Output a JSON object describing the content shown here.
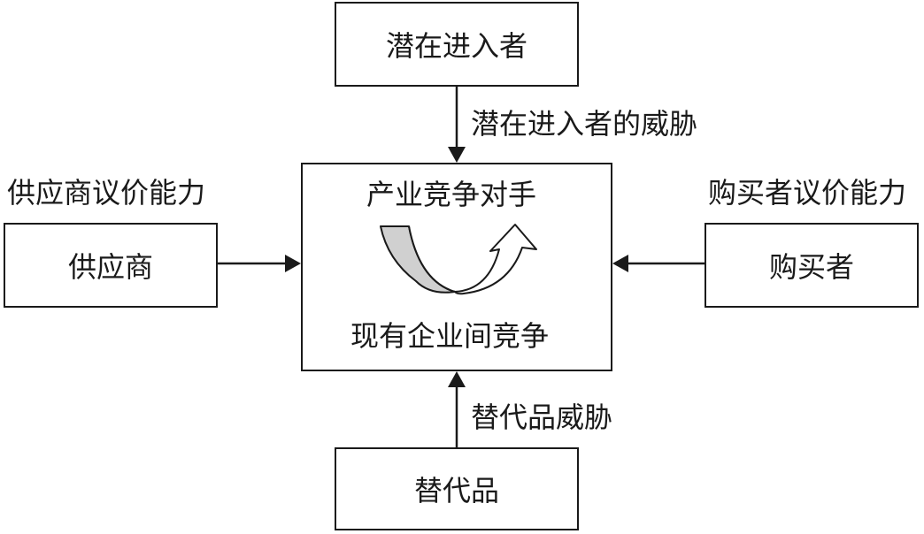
{
  "diagram": {
    "potential_entrants": "潜在进入者",
    "threat_of_entrants": "潜在进入者的威胁",
    "supplier_power": "供应商议价能力",
    "suppliers": "供应商",
    "buyer_power": "购买者议价能力",
    "buyers": "购买者",
    "center_title": "产业竞争对手",
    "center_subtitle": "现有企业间竞争",
    "threat_of_substitutes": "替代品威胁",
    "substitutes": "替代品"
  },
  "colors": {
    "line": "#1a1a1a",
    "arc_fill": "#d0d0d0",
    "background": "#ffffff"
  }
}
